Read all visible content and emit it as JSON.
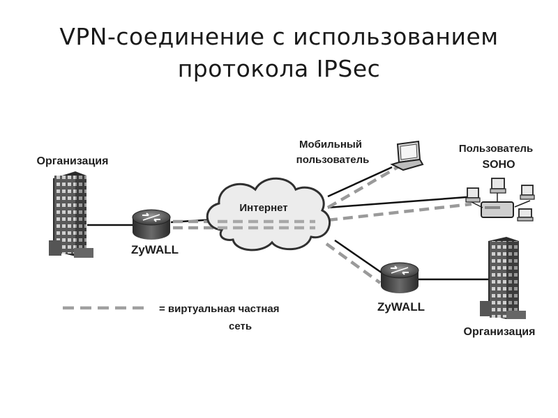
{
  "slide": {
    "title_line1": "VPN-соединение с использованием",
    "title_line2": "протокола IPSec"
  },
  "diagram": {
    "org_left_label": "Организация",
    "org_right_label": "Организация",
    "router_left_label": "ZyWALL",
    "router_right_label": "ZyWALL",
    "internet_label": "Интернет",
    "mobile_label_line1": "Мобильный",
    "mobile_label_line2": "пользователь",
    "soho_label_line1": "Пользователь",
    "soho_label_line2": "SOHO",
    "legend_line1": "= виртуальная частная",
    "legend_line2": "сеть",
    "icons": [
      "building-icon",
      "router-icon",
      "cloud-icon",
      "laptop-icon",
      "workstation-icon"
    ]
  }
}
